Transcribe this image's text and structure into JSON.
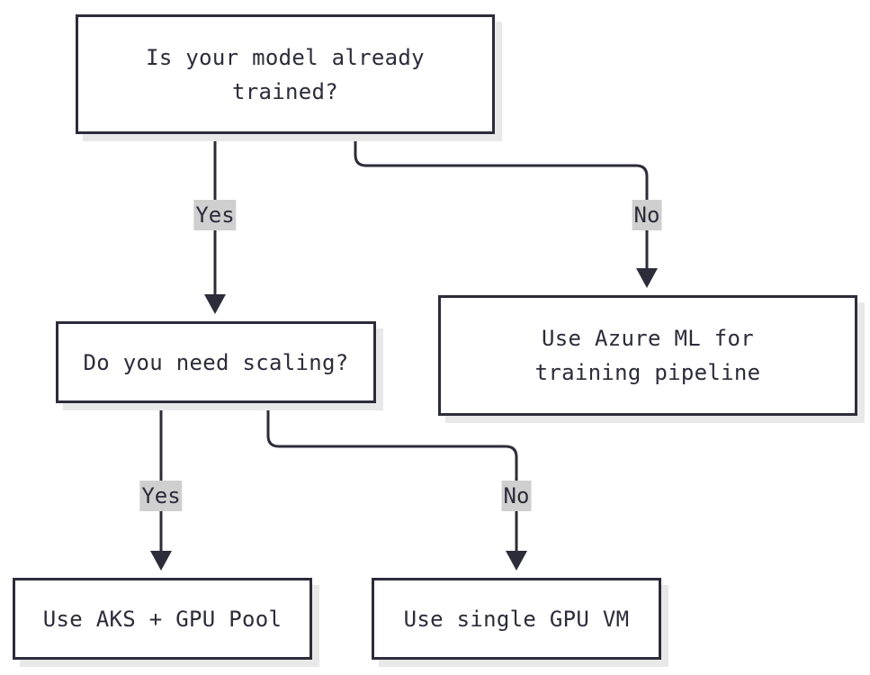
{
  "nodes": {
    "trained": "Is your model already trained?",
    "scaling": "Do you need scaling?",
    "azure_ml": "Use Azure ML for training pipeline",
    "aks_gpu_pool": "Use AKS + GPU Pool",
    "single_gpu_vm": "Use single GPU VM"
  },
  "edges": {
    "trained_yes": "Yes",
    "trained_no": "No",
    "scaling_yes": "Yes",
    "scaling_no": "No"
  },
  "colors": {
    "stroke": "#2c2c3a",
    "shadow": "#e8e8e8",
    "label_bg": "#cfcfcf"
  }
}
